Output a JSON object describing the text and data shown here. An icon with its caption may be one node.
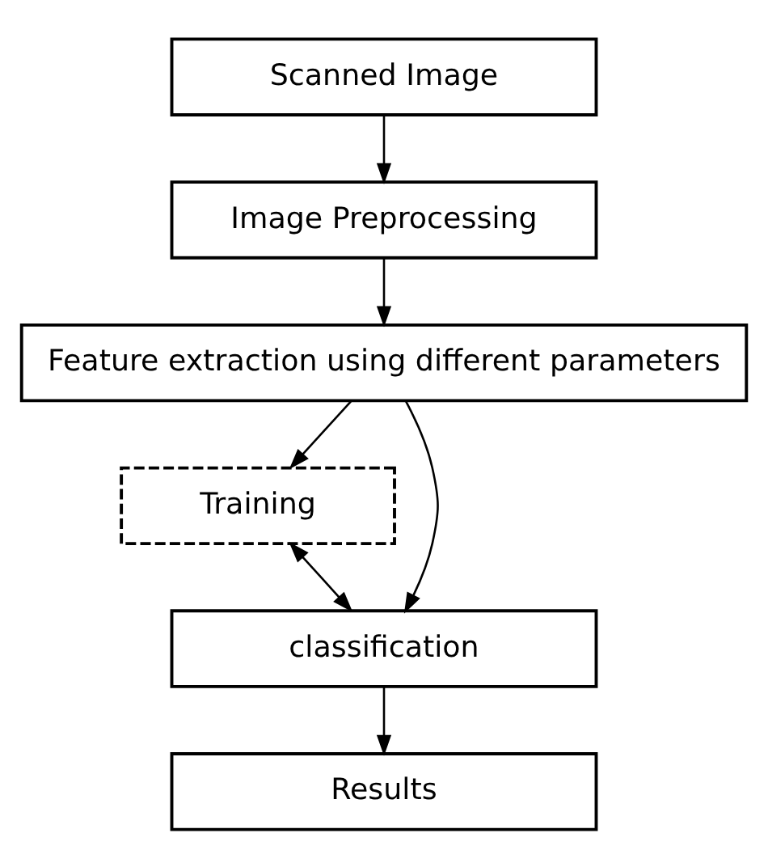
{
  "diagram": {
    "nodes": [
      {
        "text": [
          "Scanned Image"
        ]
      },
      {
        "text": [
          "Image Preprocessing"
        ]
      },
      {
        "text": [
          "Feature extraction using different parameters"
        ]
      },
      {
        "text": [
          "Training"
        ]
      },
      {
        "text": [
          "classification"
        ]
      },
      {
        "text": [
          "Results"
        ]
      }
    ],
    "edges": [
      {
        "from": 0,
        "to": 1,
        "arrow": "to"
      },
      {
        "from": 1,
        "to": 2,
        "arrow": "to"
      },
      {
        "from": 2,
        "to": 3,
        "arrow": "to"
      },
      {
        "from": 2,
        "to": 4,
        "arrow": "to"
      },
      {
        "from": 3,
        "to": 4,
        "arrow": "both"
      },
      {
        "from": 4,
        "to": 5,
        "arrow": "to"
      }
    ]
  }
}
